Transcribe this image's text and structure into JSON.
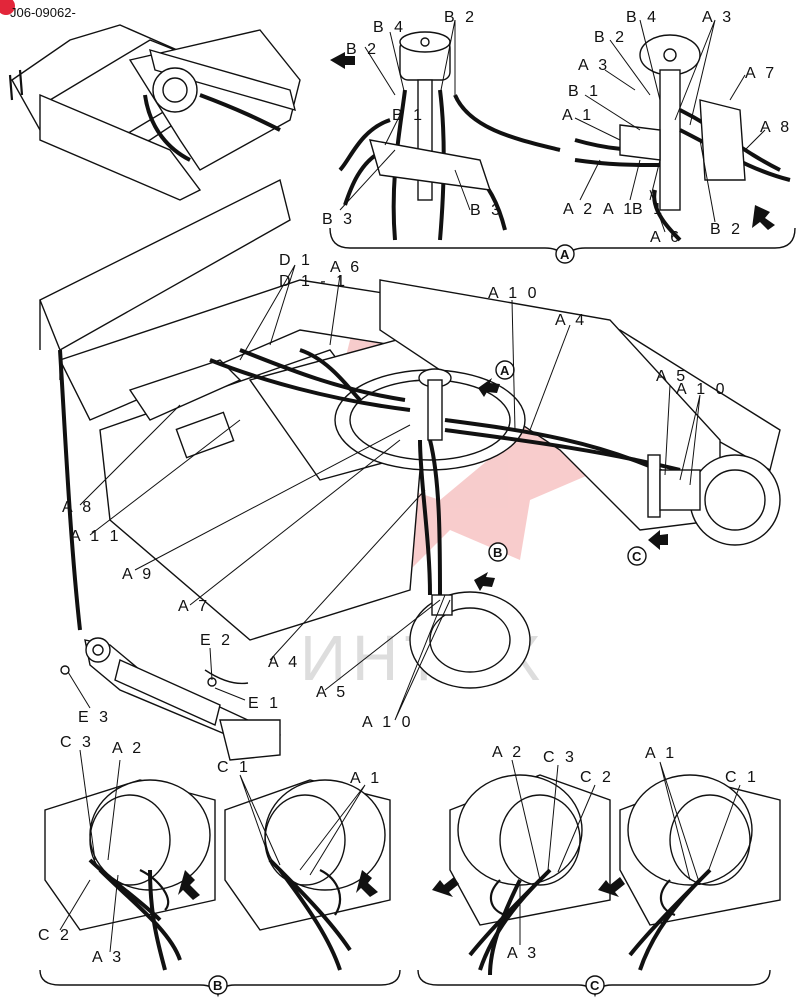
{
  "header": {
    "code": "J06-09062-",
    "badge_color": "#e2263a"
  },
  "watermark": {
    "text": "ИНТЕХ",
    "logo_color": "#f2a3a3"
  },
  "sections": {
    "A": "A",
    "B": "B",
    "C": "C"
  },
  "labels": {
    "detail_a": {
      "b2_l": "B 2",
      "b4_l": "B 4",
      "b2_l2": "B 2",
      "b1_l": "B 1",
      "b3_l1": "B 3",
      "b3_l2": "B 3",
      "b4_r": "B 4",
      "b2_r": "B 2",
      "a3_r": "A 3",
      "a3_r2": "A 3",
      "b1_r": "B 1",
      "a1_r": "A 1",
      "a7_r": "A 7",
      "a8_r": "A 8",
      "a2_r": "A 2",
      "a1_r2": "A 1",
      "b1_r2": "B 1",
      "a6_r": "A 6",
      "b2_r2": "B 2"
    },
    "main": {
      "d1": "D 1",
      "d1_1": "D 1 - 1",
      "a6": "A 6",
      "a10_top": "A 1 0",
      "a4_top": "A 4",
      "a5_right": "A 5",
      "a10_right": "A 1 0",
      "a8": "A 8",
      "a11": "A 1 1",
      "a9": "A 9",
      "a7": "A 7",
      "a4_bot": "A 4",
      "a5_bot": "A 5",
      "a10_bot": "A 1 0",
      "e2": "E 2",
      "e1": "E 1",
      "e3": "E 3"
    },
    "detail_b": {
      "c3": "C 3",
      "a2": "A 2",
      "c2": "C 2",
      "a3": "A 3",
      "c1": "C 1",
      "a1": "A 1"
    },
    "detail_c": {
      "a2": "A 2",
      "c3": "C 3",
      "c2": "C 2",
      "a3": "A 3",
      "a1": "A 1",
      "c1": "C 1"
    }
  }
}
